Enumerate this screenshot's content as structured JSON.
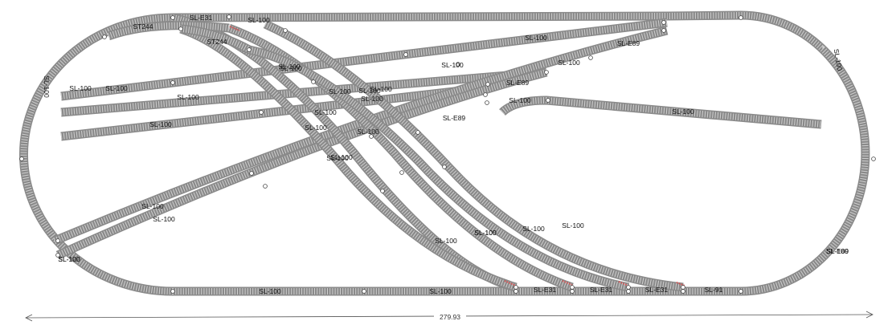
{
  "diagram": {
    "dimension_text": "279.93",
    "labels": [
      "SL-E31",
      "SL-100",
      "ST244",
      "ST244",
      "SL-100",
      "SL-100",
      "SL-100",
      "SL-100",
      "SL-100",
      "SL-E89",
      "SL-100",
      "SL-E89",
      "SL-100",
      "SL-100",
      "SL-100",
      "SL-100",
      "SL-100",
      "SL-100",
      "SL-100",
      "SL-E89",
      "SL-100",
      "SL-100",
      "SL-100",
      "SL-100",
      "SL-100",
      "SL-100",
      "SL-100",
      "SL-100",
      "SL-100",
      "SL-100",
      "SL-100",
      "SL-E89",
      "SL-100",
      "SL-100",
      "SL-100",
      "SL-100",
      "SL-100",
      "SL-100",
      "SL-100",
      "SL-100",
      "SL-100",
      "SL-100",
      "SL-E31",
      "SL-E31",
      "SL-E31",
      "SL-91"
    ]
  }
}
